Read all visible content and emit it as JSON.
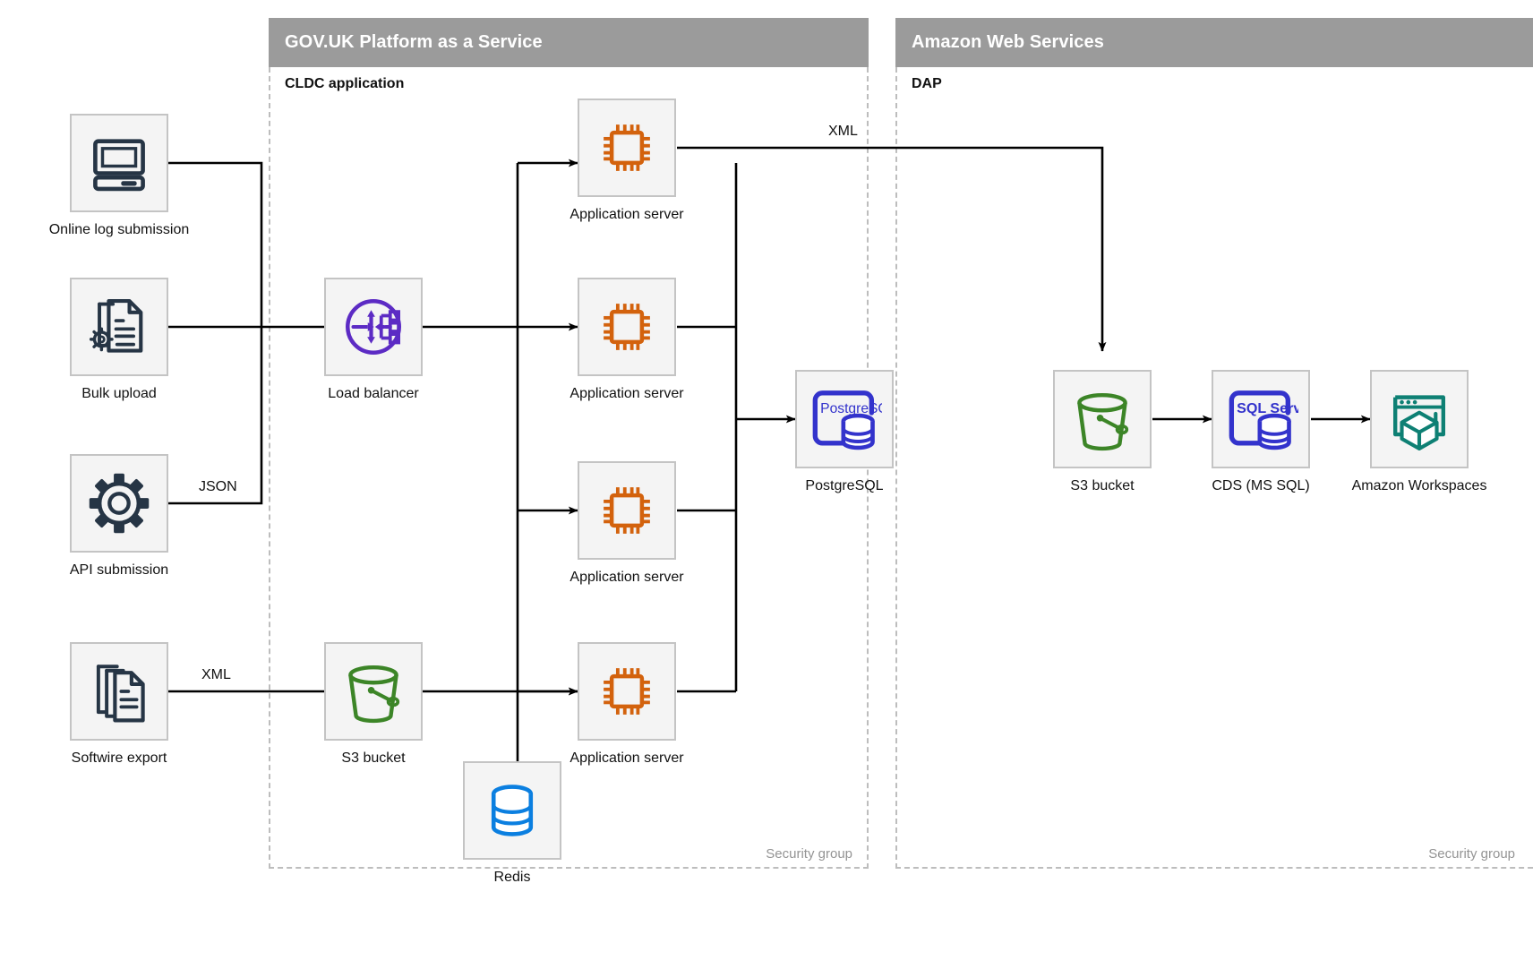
{
  "zones": [
    {
      "id": "paas",
      "title": "GOV.UK Platform as a Service",
      "subtitle": "CLDC application",
      "footer": "Security group"
    },
    {
      "id": "aws",
      "title": "Amazon Web Services",
      "subtitle": "DAP",
      "footer": "Security group"
    }
  ],
  "nodes": {
    "online_log": {
      "label": "Online log submission",
      "icon": "desktop-computer-icon",
      "color": "#263545"
    },
    "bulk_upload": {
      "label": "Bulk upload",
      "icon": "document-gear-icon",
      "color": "#263545"
    },
    "api_submission": {
      "label": "API submission",
      "icon": "gear-icon",
      "color": "#263545"
    },
    "softwire_export": {
      "label": "Softwire export",
      "icon": "document-stack-icon",
      "color": "#263545"
    },
    "load_balancer": {
      "label": "Load balancer",
      "icon": "load-balancer-icon",
      "color": "#5c2bc4"
    },
    "app_server_1": {
      "label": "Application server",
      "icon": "cpu-chip-icon",
      "color": "#d3620d"
    },
    "app_server_2": {
      "label": "Application server",
      "icon": "cpu-chip-icon",
      "color": "#d3620d"
    },
    "app_server_3": {
      "label": "Application server",
      "icon": "cpu-chip-icon",
      "color": "#d3620d"
    },
    "app_server_4": {
      "label": "Application server",
      "icon": "cpu-chip-icon",
      "color": "#d3620d"
    },
    "postgresql": {
      "label": "PostgreSQL",
      "icon": "postgresql-database-icon",
      "color": "#3333cc",
      "badge": "PostgreSQL"
    },
    "s3_paas": {
      "label": "S3 bucket",
      "icon": "s3-bucket-icon",
      "color": "#3c8527"
    },
    "redis": {
      "label": "Redis",
      "icon": "redis-database-icon",
      "color": "#0b7fe0"
    },
    "s3_aws": {
      "label": "S3 bucket",
      "icon": "s3-bucket-icon",
      "color": "#3c8527"
    },
    "cds": {
      "label": "CDS (MS SQL)",
      "icon": "sql-server-database-icon",
      "color": "#3333cc",
      "badge": "SQL Server"
    },
    "workspaces": {
      "label": "Amazon Workspaces",
      "icon": "amazon-workspaces-icon",
      "color": "#0e8074"
    }
  },
  "edge_labels": {
    "json": "JSON",
    "xml_softwire": "XML",
    "xml_export": "XML"
  }
}
